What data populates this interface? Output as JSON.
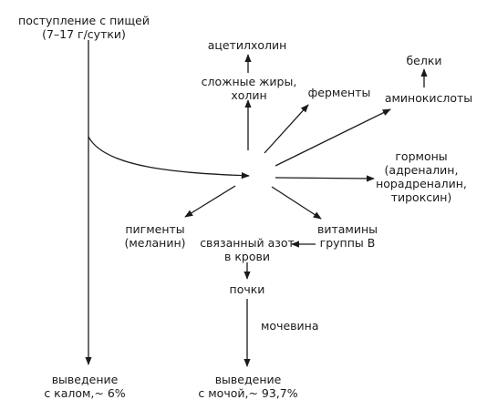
{
  "diagram": {
    "intake": [
      "поступление с пищей",
      "(7–17 г/сутки)"
    ],
    "acetylcholine": "ацетилхолин",
    "complex_fats": [
      "сложные жиры,",
      "холин"
    ],
    "enzymes": "ферменты",
    "proteins": "белки",
    "amino_acids": "аминокислоты",
    "hormones": [
      "гормоны",
      "(адреналин,",
      "норадреналин,",
      "тироксин)"
    ],
    "pigments": [
      "пигменты",
      "(меланин)"
    ],
    "bound_nitrogen": [
      "связанный азот",
      "в крови"
    ],
    "vitamins": [
      "витамины",
      "группы В"
    ],
    "kidneys": "почки",
    "urea": "мочевина",
    "excretion_feces": [
      "выведение",
      "с калом,~ 6%"
    ],
    "excretion_urine": [
      "выведение",
      "с мочой,~ 93,7%"
    ]
  },
  "colors": {
    "ink": "#1a1a1a",
    "background": "#ffffff"
  }
}
